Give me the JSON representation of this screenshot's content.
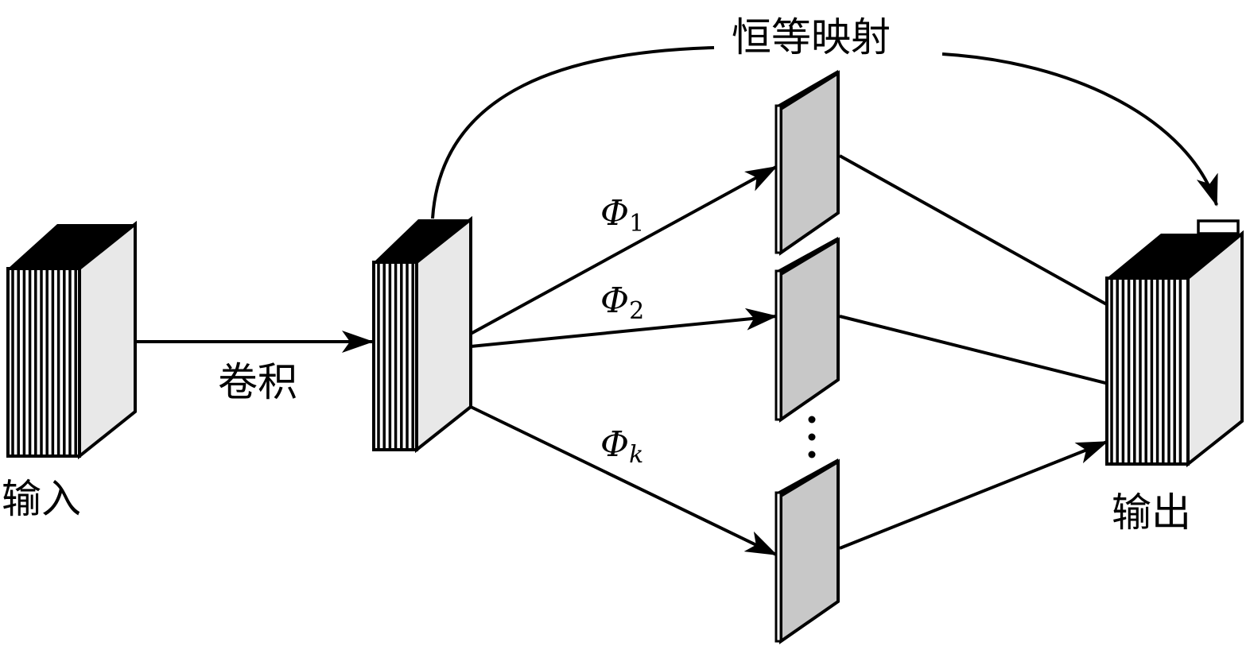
{
  "labels": {
    "input": "输入",
    "conv": "卷积",
    "identity": "恒等映射",
    "output": "输出"
  },
  "branches": [
    {
      "symbol": "Φ",
      "subscript": "1",
      "subscript_italic": false
    },
    {
      "symbol": "Φ",
      "subscript": "2",
      "subscript_italic": false
    },
    {
      "symbol": "Φ",
      "subscript": "k",
      "subscript_italic": true
    }
  ],
  "colors": {
    "line": "#000000",
    "block_side": "#e8e8e8",
    "feature_map": "#c8c8c8",
    "background": "#ffffff"
  }
}
